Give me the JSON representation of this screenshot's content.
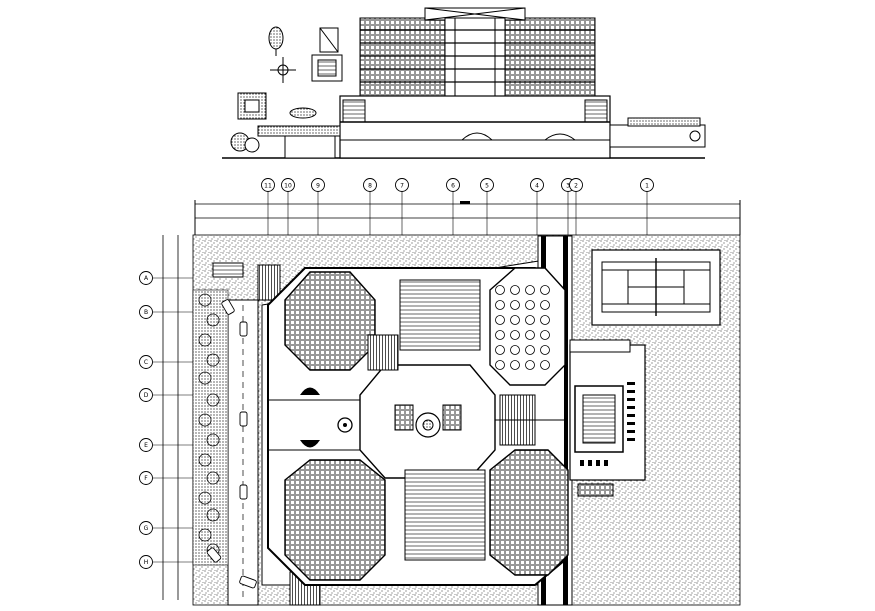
{
  "grid_bubbles_top": [
    "11",
    "10",
    "9",
    "8",
    "7",
    "6",
    "5",
    "4",
    "3",
    "2",
    "1"
  ],
  "grid_bubbles_left": [
    "A",
    "B",
    "C",
    "D",
    "E",
    "F",
    "G",
    "H"
  ]
}
